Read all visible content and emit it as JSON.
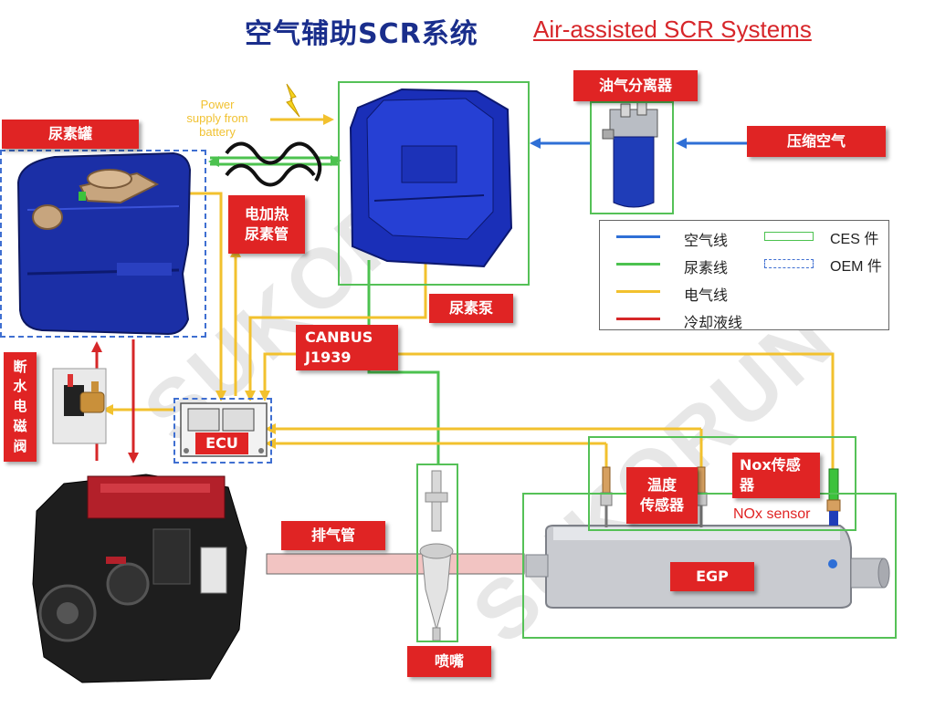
{
  "title": {
    "chinese": "空气辅助SCR系统",
    "english": "Air-assisted SCR Systems"
  },
  "labels": {
    "urea_tank": "尿素罐",
    "oil_separator": "油气分离器",
    "compressed_air": "压缩空气",
    "heated_urea_pipe": "电加热\n尿素管",
    "urea_pump": "尿素泵",
    "canbus": "CANBUS\nJ1939",
    "water_solenoid": "断\n水\n电\n磁\n阀",
    "ecu": "ECU",
    "temp_sensor": "温度\n传感器",
    "nox_sensor_cn": "Nox传感\n器",
    "nox_sensor_en": "NOx sensor",
    "exhaust_pipe": "排气管",
    "egp": "EGP",
    "nozzle": "喷嘴",
    "power_supply": "Power\nsupply from\nbattery"
  },
  "legend": {
    "items": [
      {
        "label": "空气线",
        "color": "#2f6fd6"
      },
      {
        "label": "尿素线",
        "color": "#4cc24f"
      },
      {
        "label": "电气线",
        "color": "#f2c12e"
      },
      {
        "label": "冷却液线",
        "color": "#d62728"
      }
    ],
    "box_items": [
      {
        "label": "CES 件",
        "style": "solid",
        "color": "#4cc24f"
      },
      {
        "label": "OEM 件",
        "style": "dashed",
        "color": "#3f6fd1"
      }
    ]
  },
  "watermark": "SUKORUN",
  "colors": {
    "air": "#2f6fd6",
    "urea": "#4cc24f",
    "electric": "#f2c12e",
    "coolant": "#d62728",
    "label_bg": "#e02424",
    "title": "#1a2e8c"
  }
}
